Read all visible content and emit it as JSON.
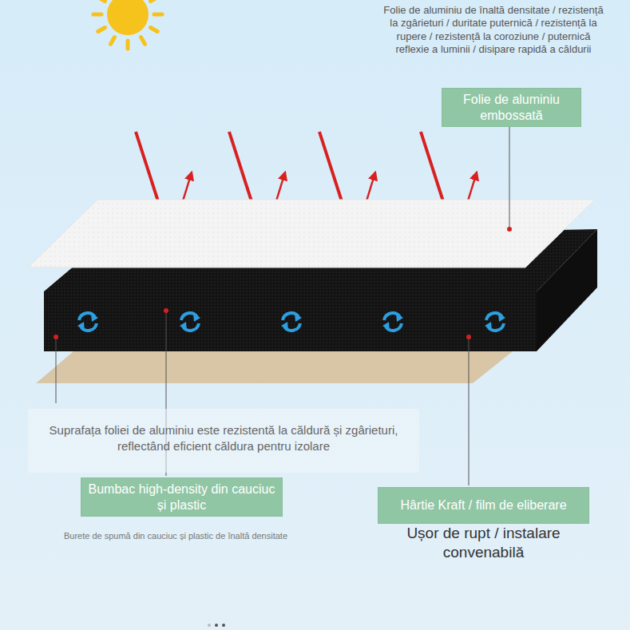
{
  "diagram": {
    "nodes": [
      {
        "text": [
          "Folie de aluminiu embossată"
        ]
      },
      {
        "text": [
          "Bumbac high-density din cauciuc și plastic"
        ]
      },
      {
        "text": [
          "Hârtie Kraft / film de eliberare"
        ]
      }
    ],
    "labels": [
      "Folie de aluminiu de înaltă densitate / rezistență la zgârieturi / duritate puternică / rezistență la rupere / rezistență la coroziune / puternică reflexie a luminii / disipare rapidă a căldurii",
      "Suprafața foliei de aluminiu este rezistentă la căldură și zgârieturi, reflectând eficient căldura pentru izolare",
      "Burete de spumă din cauciuc și plastic de înaltă densitate",
      "Ușor de rupt / instalare convenabilă"
    ]
  }
}
